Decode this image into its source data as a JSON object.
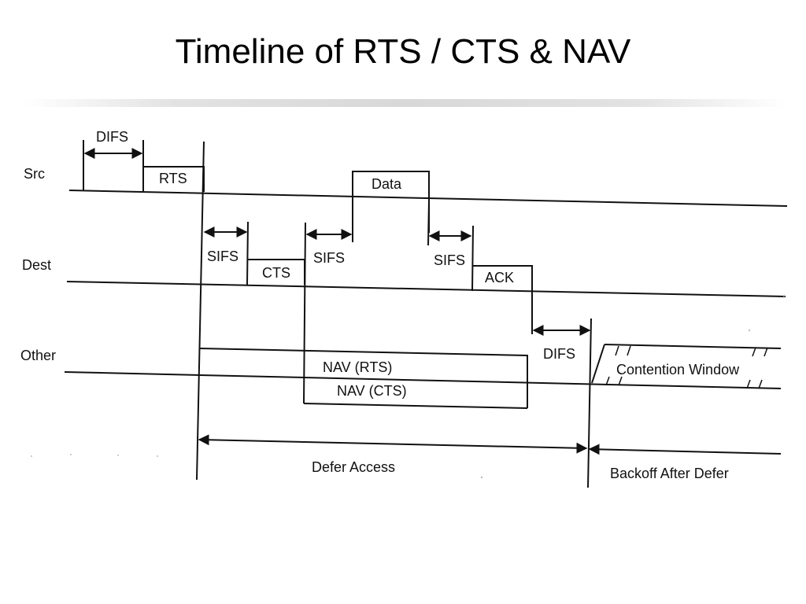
{
  "title": "Timeline of RTS / CTS & NAV",
  "rows": {
    "src": "Src",
    "dest": "Dest",
    "other": "Other"
  },
  "intervals": {
    "difs_src": "DIFS",
    "sifs_1": "SIFS",
    "sifs_2": "SIFS",
    "sifs_3": "SIFS",
    "difs_other": "DIFS"
  },
  "frames": {
    "rts": "RTS",
    "data": "Data",
    "cts": "CTS",
    "ack": "ACK",
    "nav_rts": "NAV (RTS)",
    "nav_cts": "NAV (CTS)",
    "contention_window": "Contention Window"
  },
  "spans": {
    "defer_access": "Defer Access",
    "backoff_after_defer": "Backoff After Defer"
  }
}
